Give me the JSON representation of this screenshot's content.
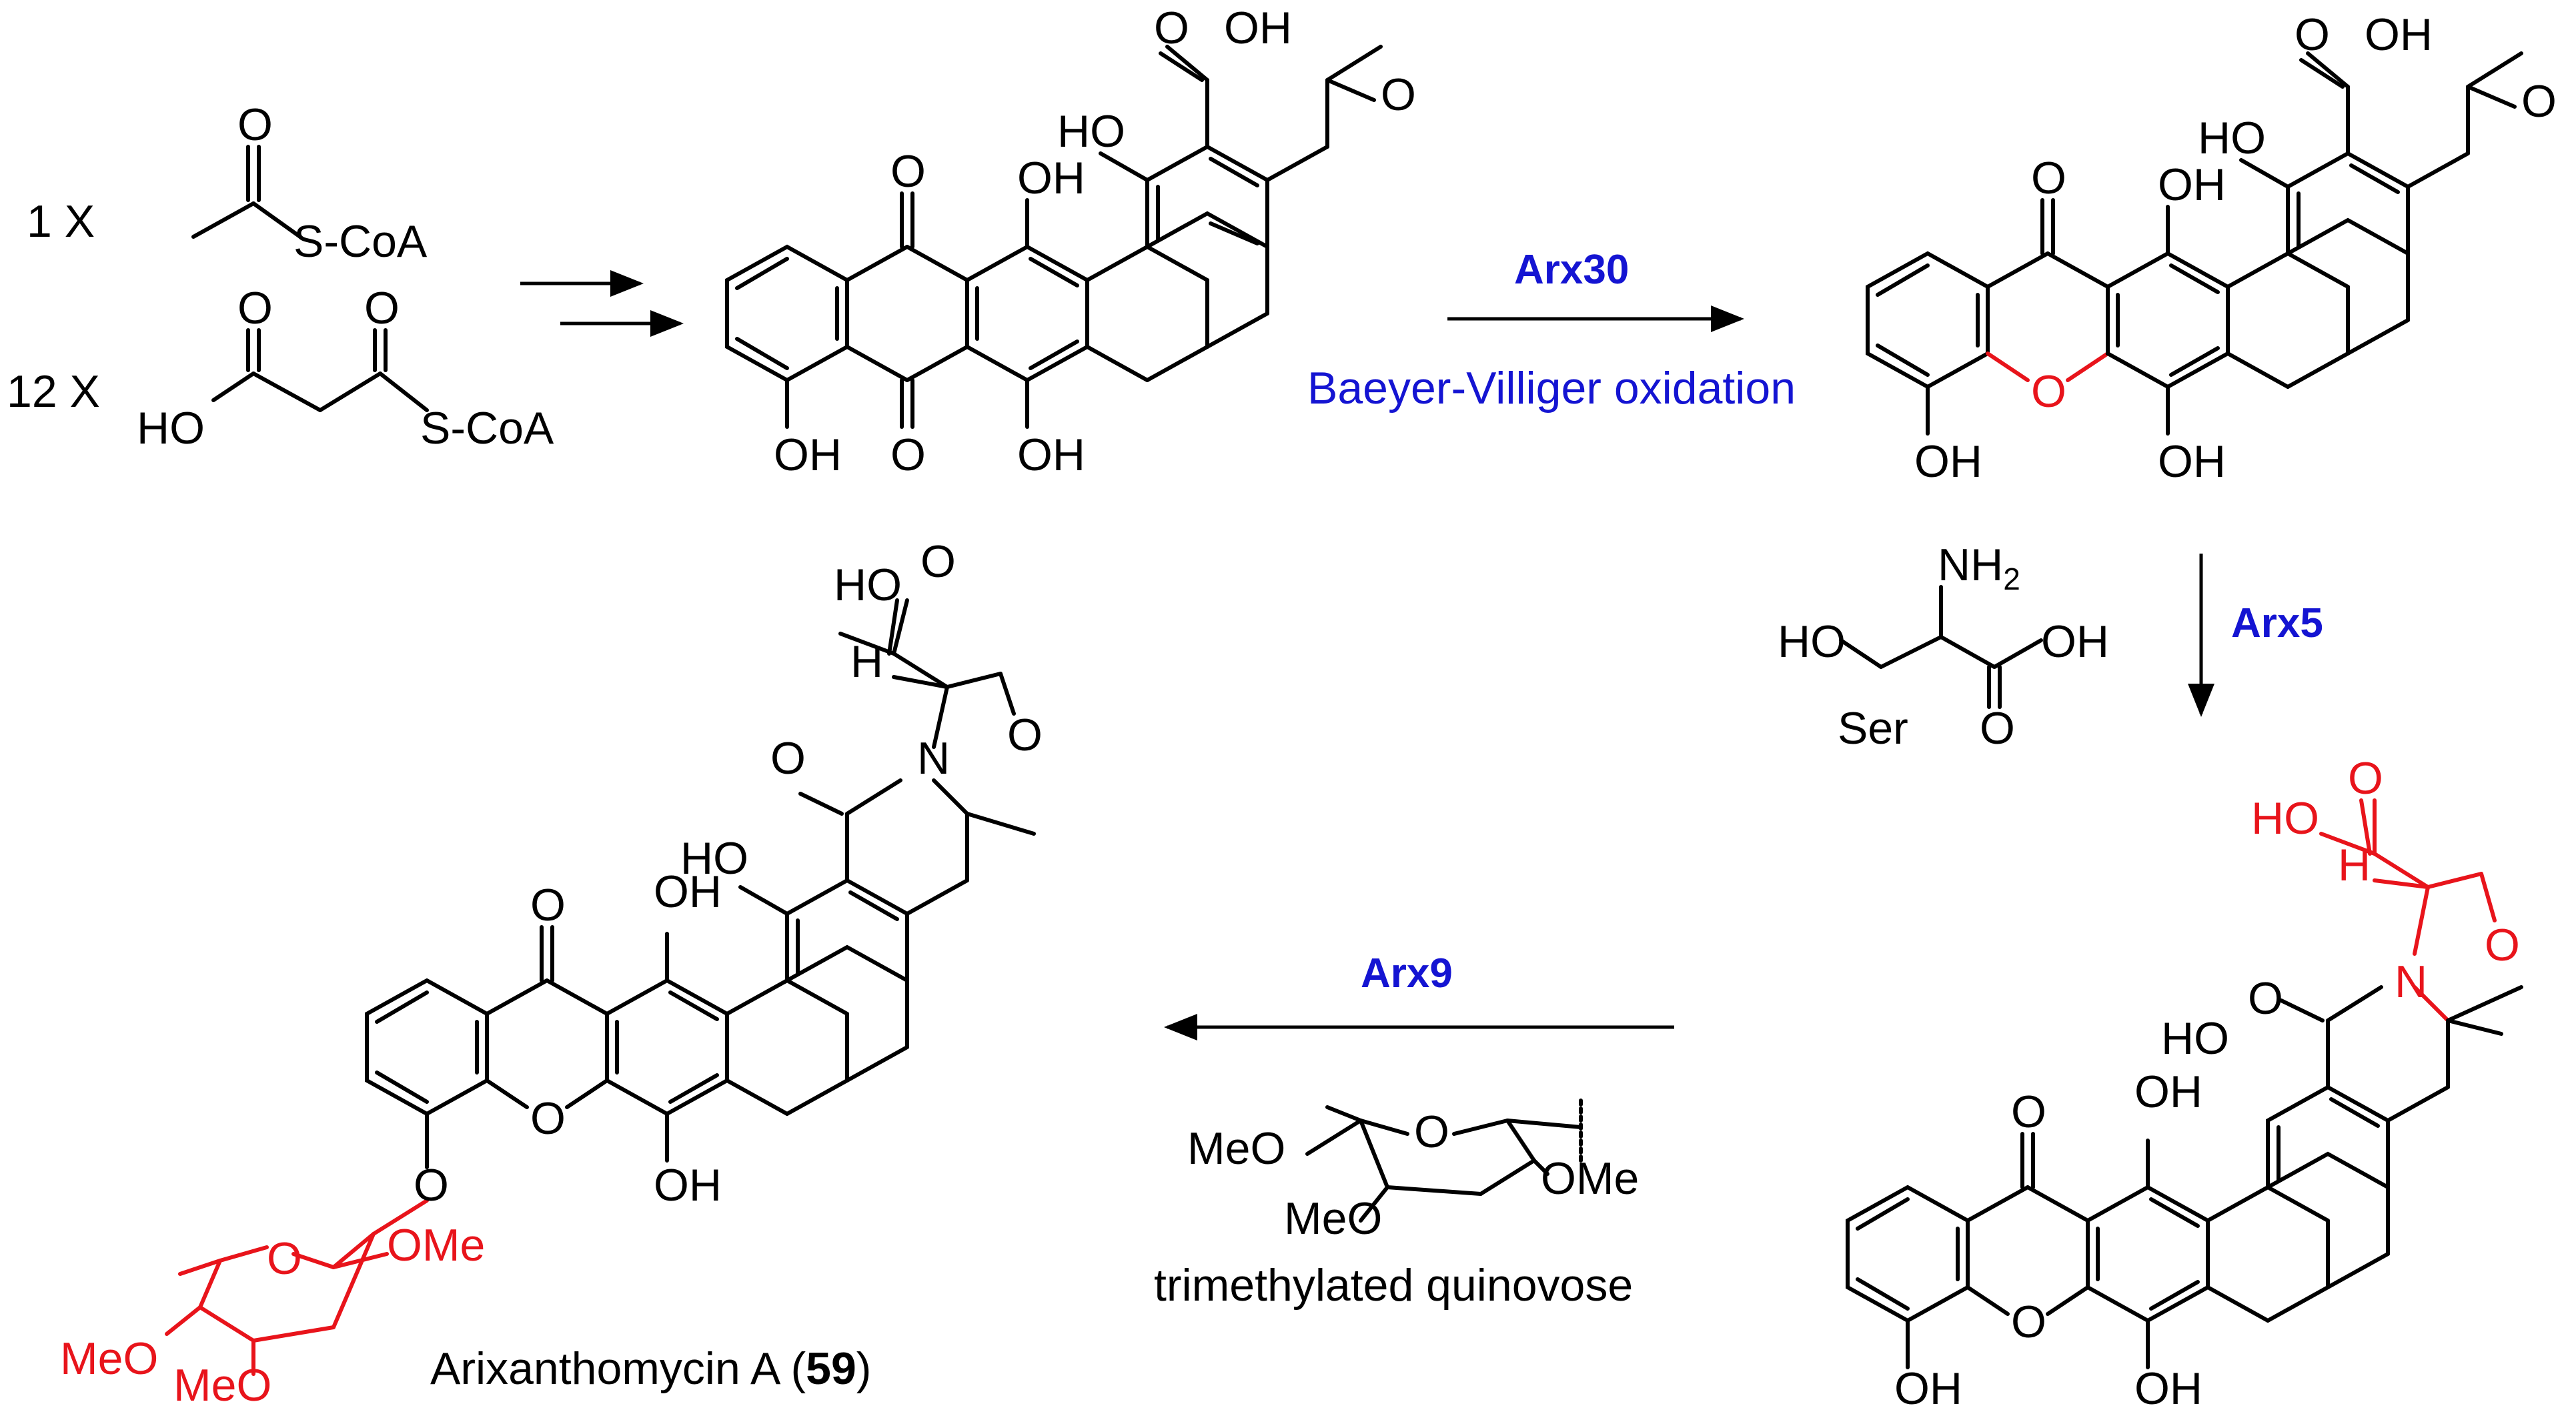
{
  "colors": {
    "enzyme": "#1414d2",
    "reaction": "#1414d2",
    "highlight": "#e8141b",
    "ink": "#000000"
  },
  "starting_materials": {
    "acetyl_count": "1 X",
    "malonyl_count": "12 X",
    "coa_label": "S-CoA"
  },
  "atoms": {
    "O": "O",
    "OH": "OH",
    "HO": "HO",
    "H": "H",
    "N": "N",
    "NH2": "NH",
    "NH2_sub": "2",
    "MeO": "MeO",
    "OMe": "OMe"
  },
  "steps": {
    "step1": {
      "enzyme": "Arx30",
      "reaction": "Baeyer-Villiger oxidation"
    },
    "step2": {
      "enzyme": "Arx5",
      "reagent": "Ser"
    },
    "step3": {
      "enzyme": "Arx9",
      "reagent": "trimethylated quinovose"
    }
  },
  "product": {
    "name": "Arixanthomycin A (",
    "number": "59",
    "close": ")"
  }
}
